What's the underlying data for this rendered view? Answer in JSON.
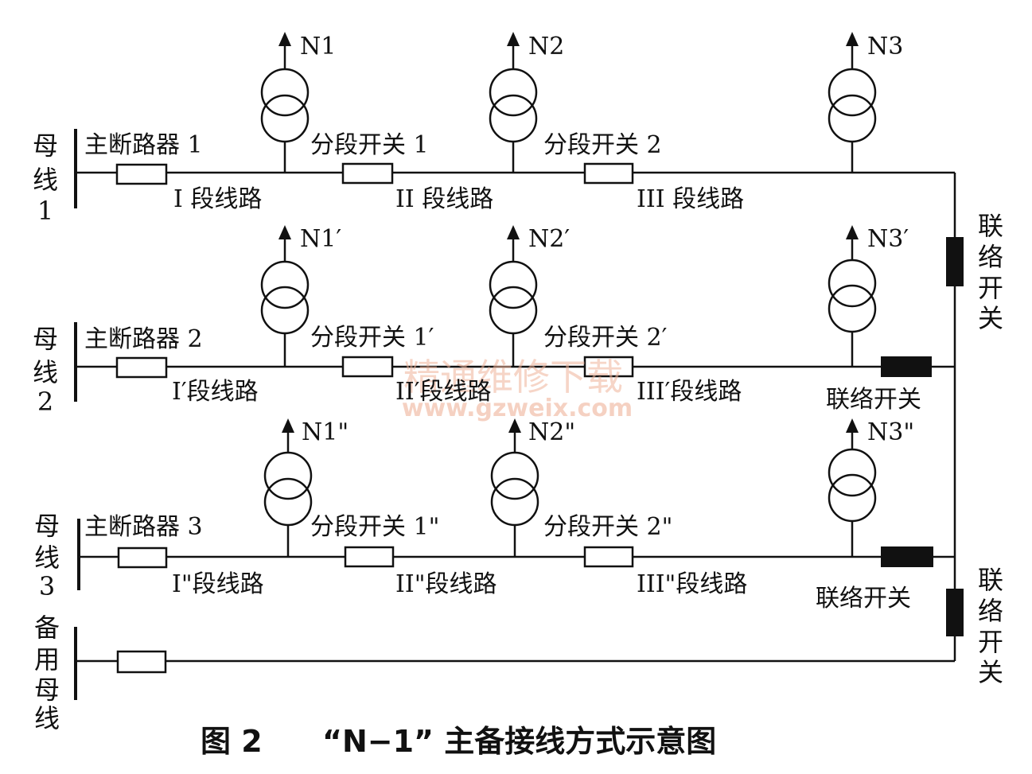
{
  "bus_labels": {
    "bus1": [
      "母",
      "线",
      "1"
    ],
    "bus2": [
      "母",
      "线",
      "2"
    ],
    "bus3": [
      "母",
      "线",
      "3"
    ],
    "backup": [
      "备",
      "用",
      "母",
      "线"
    ]
  },
  "row1": {
    "main_breaker": "主断路器 1",
    "sec_switch_1": "分段开关 1",
    "sec_switch_2": "分段开关 2",
    "seg_1": "I 段线路",
    "seg_2": "II 段线路",
    "seg_3": "III 段线路",
    "node_1": "N1",
    "node_2": "N2",
    "node_3": "N3"
  },
  "row2": {
    "main_breaker": "主断路器 2",
    "sec_switch_1": "分段开关 1′",
    "sec_switch_2": "分段开关 2′",
    "seg_1": "I′段线路",
    "seg_2": "II′段线路",
    "seg_3": "III′段线路",
    "node_1": "N1′",
    "node_2": "N2′",
    "node_3": "N3′",
    "tie_switch": "联络开关"
  },
  "row3": {
    "main_breaker": "主断路器 3",
    "sec_switch_1": "分段开关 1\"",
    "sec_switch_2": "分段开关 2\"",
    "seg_1": "I\"段线路",
    "seg_2": "II\"段线路",
    "seg_3": "III\"段线路",
    "node_1": "N1\"",
    "node_2": "N2\"",
    "node_3": "N3\"",
    "tie_switch": "联络开关"
  },
  "right_tie_upper": [
    "联",
    "络",
    "开",
    "关"
  ],
  "right_tie_lower": [
    "联",
    "络",
    "开",
    "关"
  ],
  "watermark": {
    "line1": "精通维修下载",
    "line2": "www.gzweix.com"
  },
  "caption": {
    "fig_no": "图 2",
    "title": "“N−1” 主备接线方式示意图"
  }
}
